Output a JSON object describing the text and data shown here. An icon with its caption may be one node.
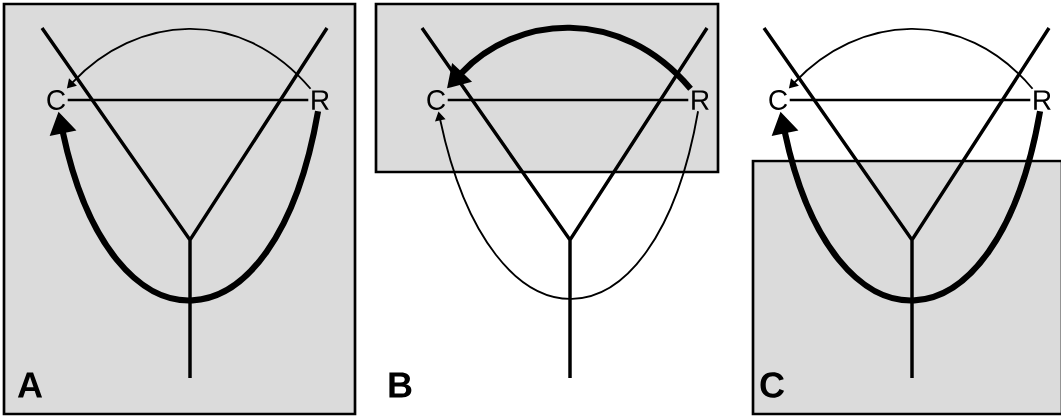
{
  "diagram": {
    "nodes": [
      {
        "text": [
          "C"
        ]
      },
      {
        "text": [
          "R"
        ]
      },
      {
        "text": [
          "C"
        ]
      },
      {
        "text": [
          "R"
        ]
      },
      {
        "text": [
          "C"
        ]
      },
      {
        "text": [
          "R"
        ]
      }
    ],
    "edges": [
      {
        "from": 1,
        "to": 0,
        "arrow": "to"
      },
      {
        "from": 1,
        "to": 0,
        "arrow": "to",
        "style": "thick"
      },
      {
        "from": 0,
        "to": 1,
        "arrow": "none"
      },
      {
        "from": 3,
        "to": 2,
        "arrow": "to",
        "style": "thick"
      },
      {
        "from": 3,
        "to": 2,
        "arrow": "to"
      },
      {
        "from": 2,
        "to": 3,
        "arrow": "none"
      },
      {
        "from": 5,
        "to": 4,
        "arrow": "to"
      },
      {
        "from": 5,
        "to": 4,
        "arrow": "to",
        "style": "thick"
      },
      {
        "from": 4,
        "to": 5,
        "arrow": "none"
      }
    ],
    "labels": [
      "A",
      "B",
      "C"
    ]
  }
}
